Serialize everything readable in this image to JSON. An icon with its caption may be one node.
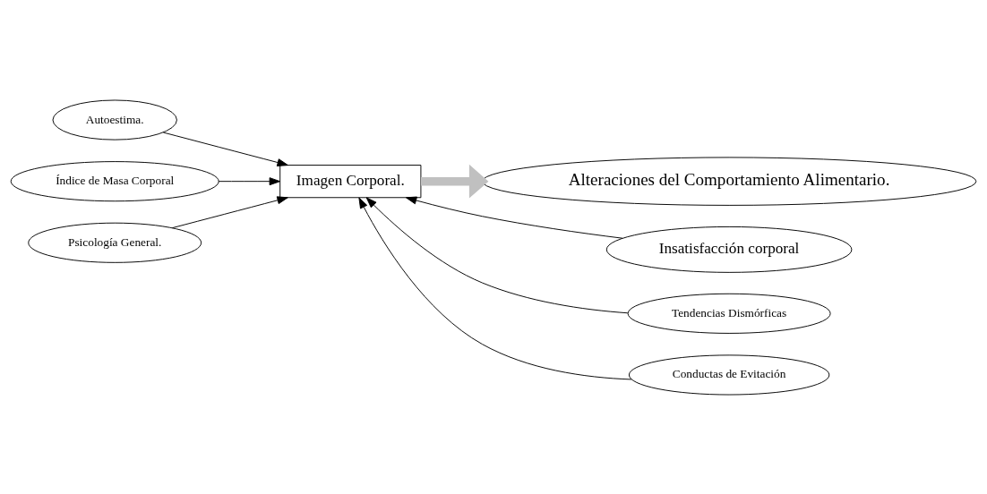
{
  "diagram": {
    "nodes": [
      {
        "text": [
          "Autoestima."
        ]
      },
      {
        "text": [
          "Índice de Masa Corporal"
        ]
      },
      {
        "text": [
          "Psicología General."
        ]
      },
      {
        "text": [
          "Imagen Corporal."
        ]
      },
      {
        "text": [
          "Insatisfacción corporal"
        ]
      },
      {
        "text": [
          "Tendencias Dismórficas"
        ]
      },
      {
        "text": [
          "Conductas de Evitación"
        ]
      },
      {
        "text": [
          "Alteraciones del Comportamiento Alimentario."
        ]
      }
    ],
    "edges": [
      {
        "from": 0,
        "to": 3,
        "arrow": "to"
      },
      {
        "from": 1,
        "to": 3,
        "arrow": "to"
      },
      {
        "from": 2,
        "to": 3,
        "arrow": "to"
      },
      {
        "from": 4,
        "to": 3,
        "arrow": "to"
      },
      {
        "from": 5,
        "to": 3,
        "arrow": "to"
      },
      {
        "from": 6,
        "to": 3,
        "arrow": "to"
      },
      {
        "from": 3,
        "to": 7,
        "arrow": "to",
        "style": "thick",
        "color": "#c0c0c0"
      }
    ]
  }
}
